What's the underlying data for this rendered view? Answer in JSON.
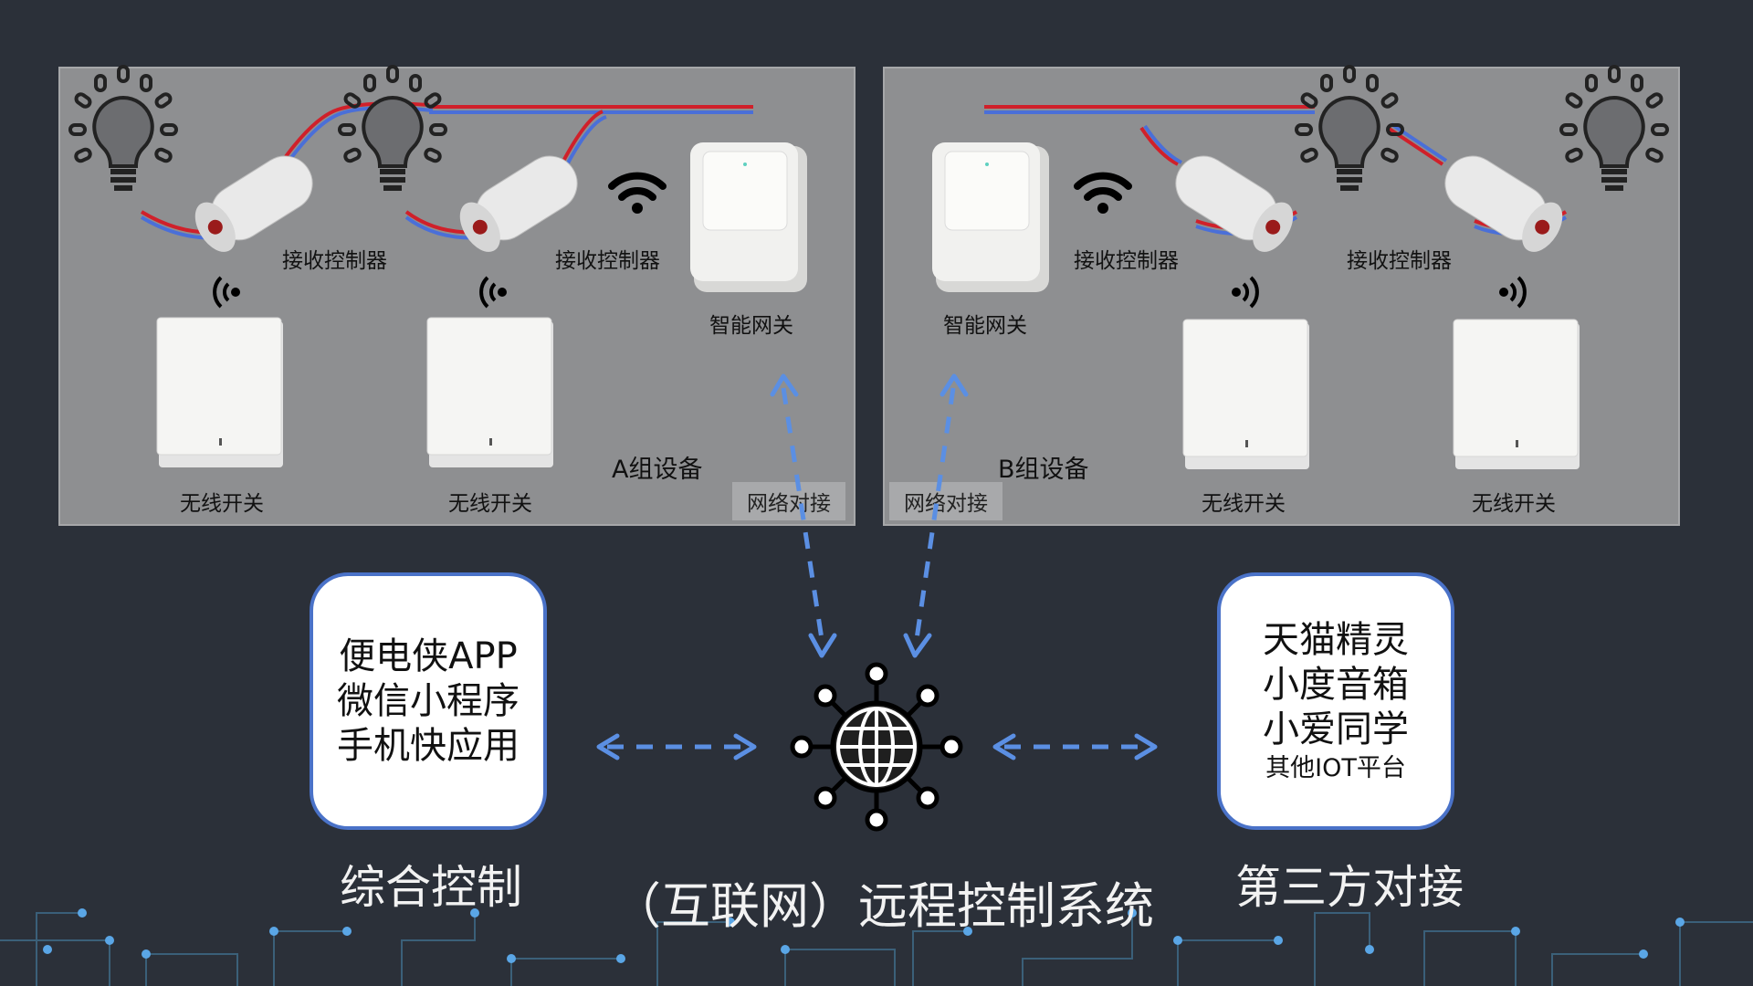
{
  "panel_a": {
    "receivers": [
      "接收控制器",
      "接收控制器"
    ],
    "gateway": "智能网关",
    "switches": [
      "无线开关",
      "无线开关"
    ],
    "group": "A组设备",
    "network": "网络对接"
  },
  "panel_b": {
    "gateway": "智能网关",
    "receivers": [
      "接收控制器",
      "接收控制器"
    ],
    "switches": [
      "无线开关",
      "无线开关"
    ],
    "group": "B组设备",
    "network": "网络对接"
  },
  "left_card": {
    "lines": [
      "便电侠APP",
      "微信小程序",
      "手机快应用"
    ],
    "caption": "综合控制"
  },
  "right_card": {
    "lines": [
      "天猫精灵",
      "小度音箱",
      "小爱同学"
    ],
    "small": "其他IOT平台",
    "caption": "第三方对接"
  },
  "center_caption": "（互联网）远程控制系统",
  "icons": [
    "bulb-icon",
    "receiver-controller-icon",
    "wireless-switch-icon",
    "gateway-icon",
    "wifi-icon",
    "signal-icon",
    "globe-network-icon",
    "arrow-icon"
  ],
  "colors": {
    "background": "#2b3039",
    "panel": "#8e8f91",
    "card_border": "#4a72c8",
    "arrow": "#5b8fe3",
    "wire_red": "#d0202a",
    "wire_blue": "#4a6fd8"
  }
}
